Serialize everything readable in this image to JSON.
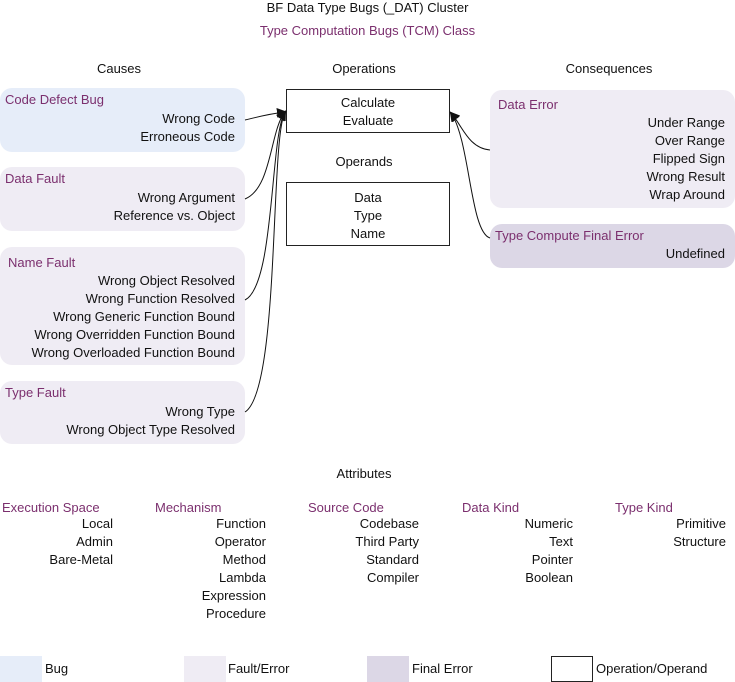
{
  "title": "BF Data Type Bugs (_DAT) Cluster",
  "subtitle": "Type Computation Bugs (TCM) Class",
  "headers": {
    "causes": "Causes",
    "operations": "Operations",
    "consequences": "Consequences",
    "operands": "Operands",
    "attributes": "Attributes"
  },
  "operations": [
    "Calculate",
    "Evaluate"
  ],
  "operands": [
    "Data",
    "Type",
    "Name"
  ],
  "causes": [
    {
      "title": "Code Defect Bug",
      "items": [
        "Wrong Code",
        "Erroneous Code"
      ]
    },
    {
      "title": "Data Fault",
      "items": [
        "Wrong Argument",
        "Reference vs. Object"
      ]
    },
    {
      "title": "Name Fault",
      "items": [
        "Wrong Object Resolved",
        "Wrong Function Resolved",
        "Wrong Generic Function Bound",
        "Wrong Overridden Function Bound",
        "Wrong Overloaded Function Bound"
      ]
    },
    {
      "title": "Type Fault",
      "items": [
        "Wrong Type",
        "Wrong Object Type Resolved"
      ]
    }
  ],
  "consequences": [
    {
      "title": "Data Error",
      "items": [
        "Under Range",
        "Over Range",
        "Flipped Sign",
        "Wrong Result",
        "Wrap Around"
      ]
    },
    {
      "title": "Type Compute Final Error",
      "items": [
        "Undefined"
      ]
    }
  ],
  "attributes": [
    {
      "title": "Execution Space",
      "items": [
        "Local",
        "Admin",
        "Bare-Metal"
      ]
    },
    {
      "title": "Mechanism",
      "items": [
        "Function",
        "Operator",
        "Method",
        "Lambda",
        "Expression",
        "Procedure"
      ]
    },
    {
      "title": "Source Code",
      "items": [
        "Codebase",
        "Third Party",
        "Standard",
        "Compiler"
      ]
    },
    {
      "title": "Data Kind",
      "items": [
        "Numeric",
        "Text",
        "Pointer",
        "Boolean"
      ]
    },
    {
      "title": "Type Kind",
      "items": [
        "Primitive",
        "Structure"
      ]
    }
  ],
  "legend": {
    "bug": "Bug",
    "fault": "Fault/Error",
    "final": "Final Error",
    "operation": "Operation/Operand"
  },
  "colors": {
    "bug": "#e6edf9",
    "fault": "#efecf4",
    "final": "#dcd7e6",
    "title_accent": "#7b2f6e"
  }
}
